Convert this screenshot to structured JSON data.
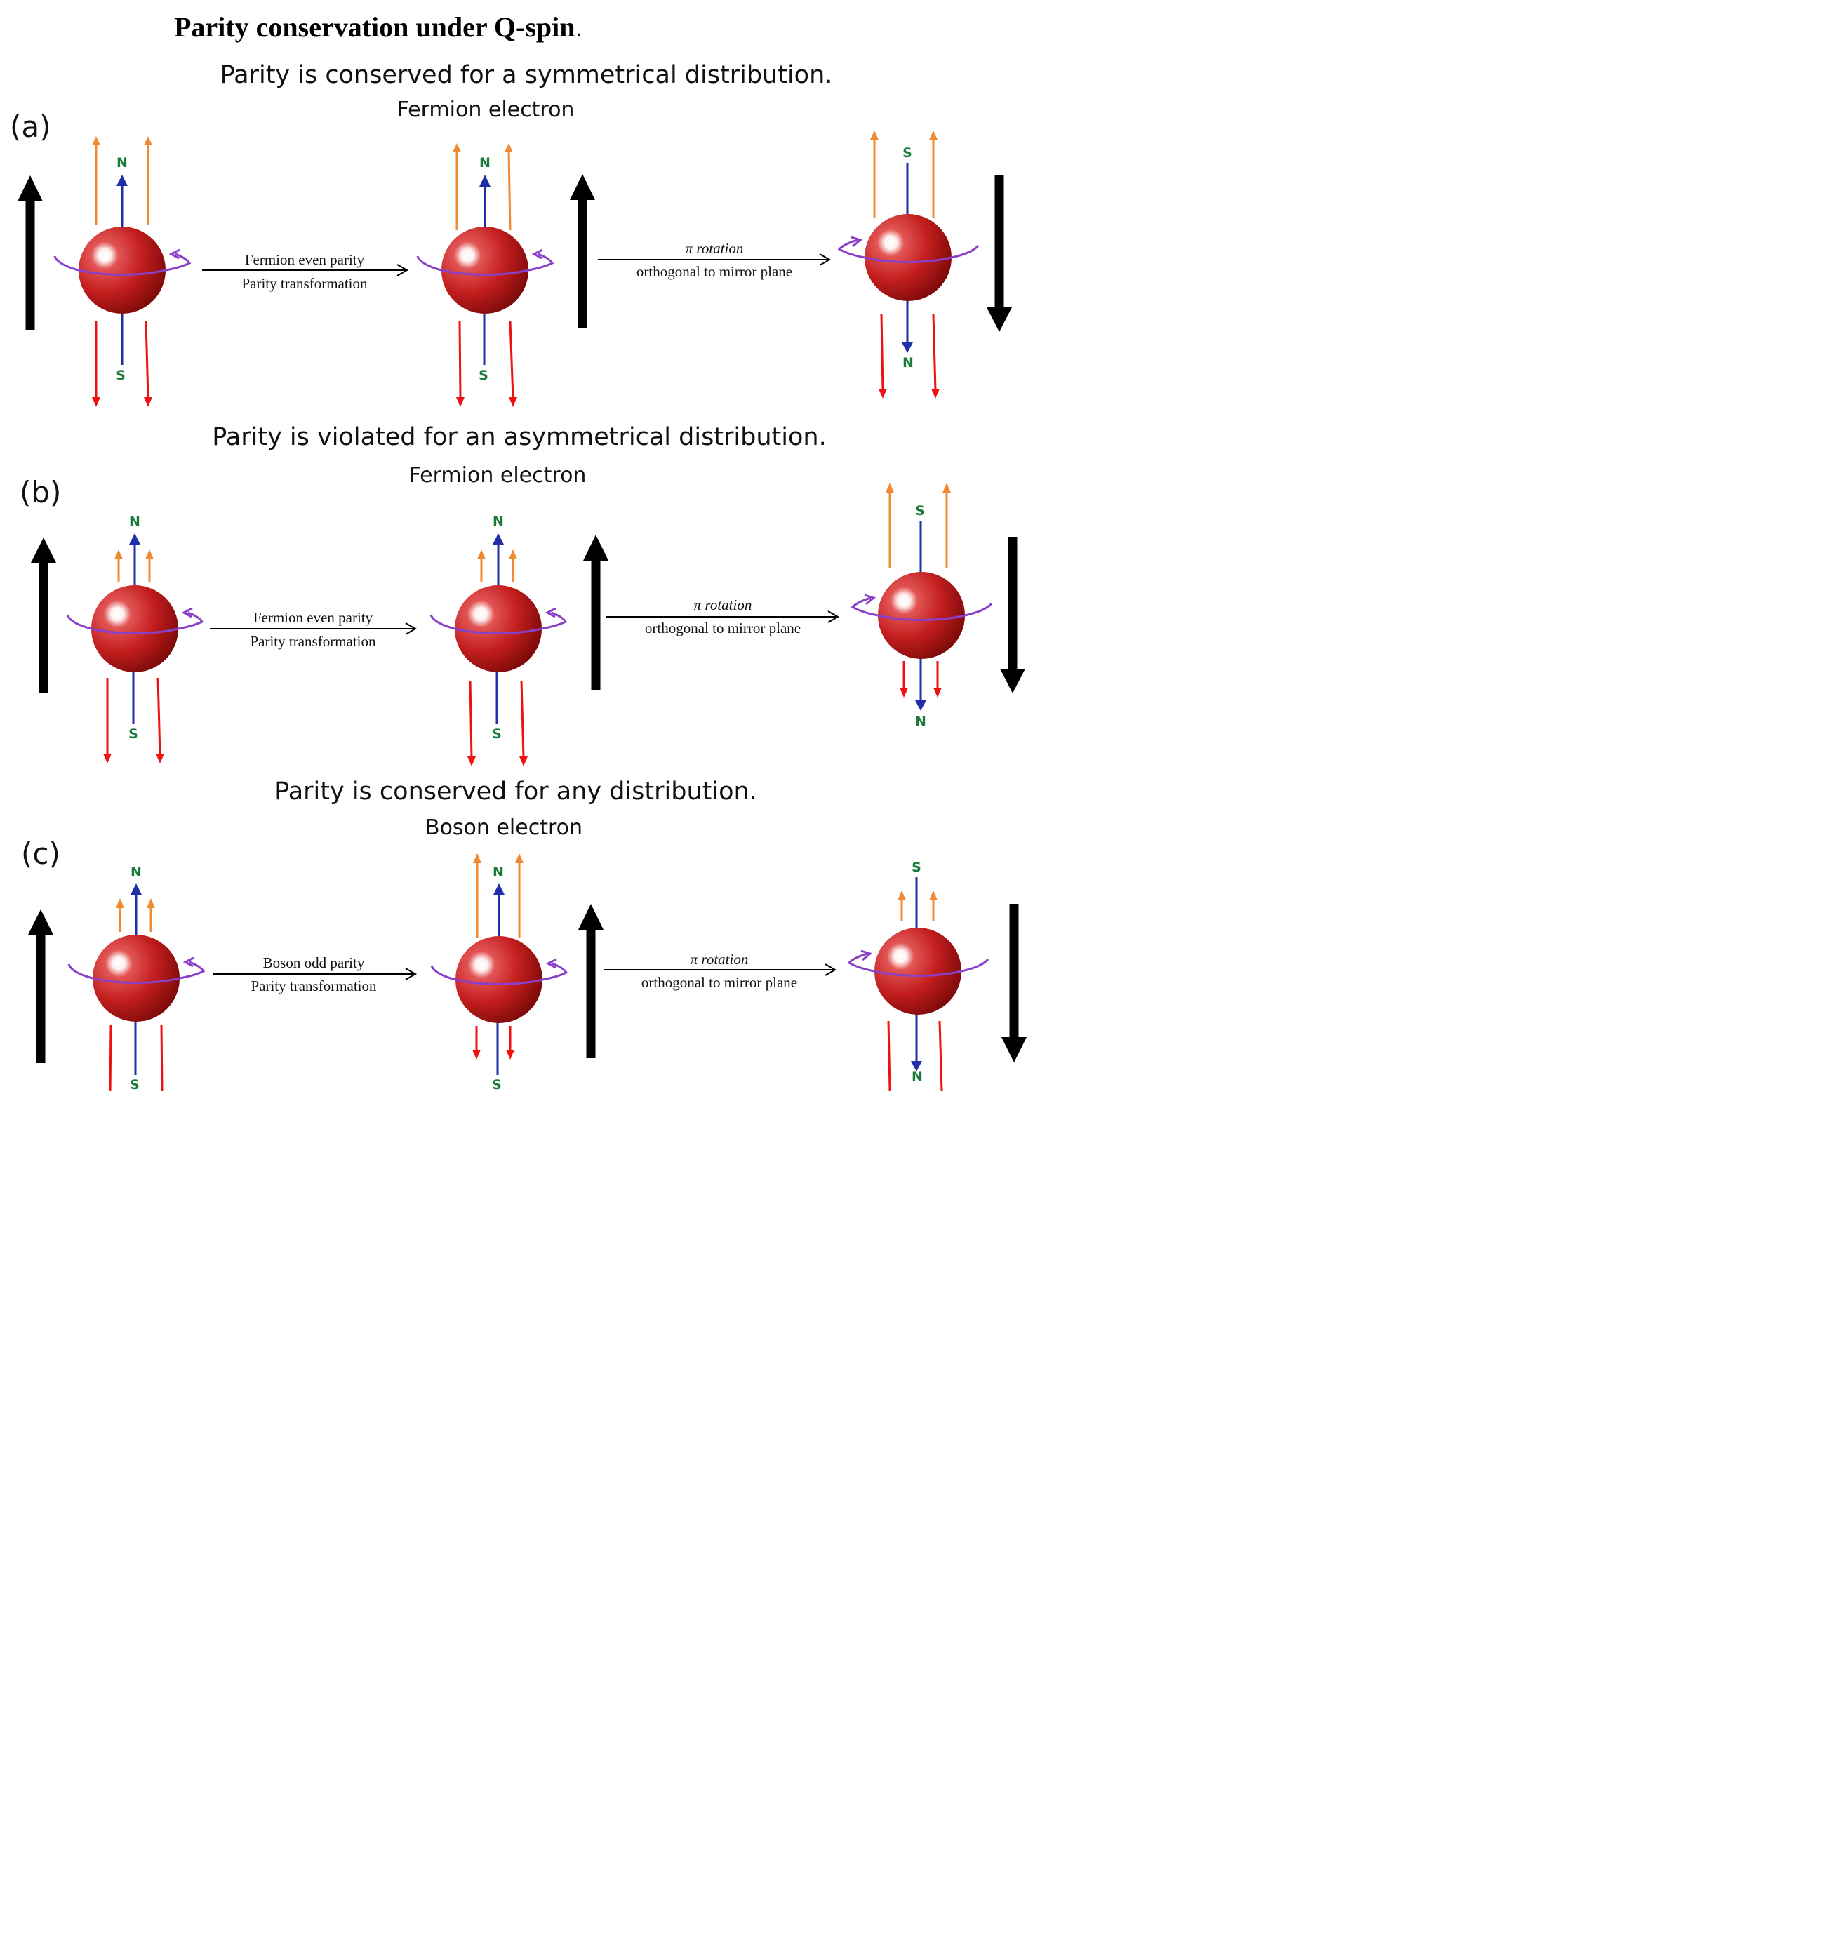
{
  "title": "Parity conservation under Q-spin",
  "title_period": ".",
  "colors": {
    "sphere": "#c41e1e",
    "field_up": "#f08a32",
    "field_down": "#ee1111",
    "axis": "#1e2fa8",
    "pole_label": "#1a7a3a",
    "orbit": "#8a3fc8",
    "spin_arrow": "#000000"
  },
  "icons": {
    "sphere": "red-sphere-icon",
    "orbit": "spin-orbit-icon",
    "spin": "spin-direction-arrow-icon"
  },
  "panels": [
    {
      "label": "(a)",
      "heading": "Parity is conserved for a symmetrical distribution.",
      "subheading": "Fermion electron",
      "transform1": {
        "line1": "Fermion even  parity",
        "line2": "Parity transformation"
      },
      "transform2": {
        "line1": "π rotation",
        "line2": "orthogonal to mirror plane"
      },
      "states": [
        {
          "top_pole": "N",
          "bottom_pole": "S",
          "spin": "up"
        },
        {
          "top_pole": "N",
          "bottom_pole": "S",
          "spin": "up"
        },
        {
          "top_pole": "S",
          "bottom_pole": "N",
          "spin": "down"
        }
      ]
    },
    {
      "label": "(b)",
      "heading": "Parity is violated for an asymmetrical distribution.",
      "subheading": "Fermion electron",
      "transform1": {
        "line1": "Fermion even  parity",
        "line2": "Parity transformation"
      },
      "transform2": {
        "line1": "π rotation",
        "line2": "orthogonal to mirror plane"
      },
      "states": [
        {
          "top_pole": "N",
          "bottom_pole": "S",
          "spin": "up"
        },
        {
          "top_pole": "N",
          "bottom_pole": "S",
          "spin": "up"
        },
        {
          "top_pole": "S",
          "bottom_pole": "N",
          "spin": "down"
        }
      ]
    },
    {
      "label": "(c)",
      "heading": "Parity is conserved for any distribution.",
      "subheading": "Boson electron",
      "transform1": {
        "line1": "Boson odd parity",
        "line2": "Parity transformation"
      },
      "transform2": {
        "line1": "π rotation",
        "line2": "orthogonal to mirror plane"
      },
      "states": [
        {
          "top_pole": "N",
          "bottom_pole": "S",
          "spin": "up"
        },
        {
          "top_pole": "N",
          "bottom_pole": "S",
          "spin": "up"
        },
        {
          "top_pole": "S",
          "bottom_pole": "N",
          "spin": "down"
        }
      ]
    }
  ]
}
